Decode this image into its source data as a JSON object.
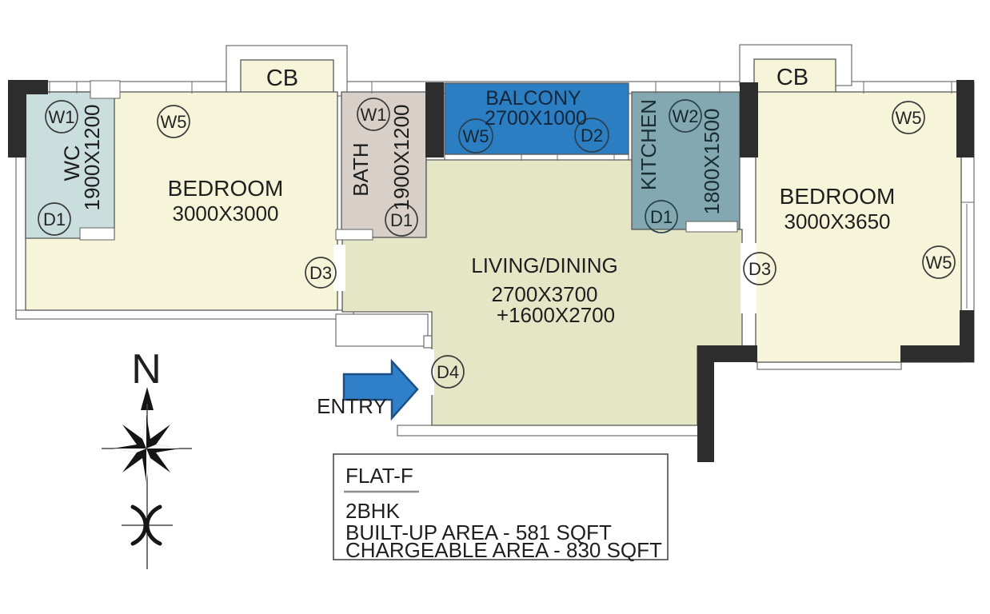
{
  "plan": {
    "rooms": {
      "wc": {
        "label": "WC",
        "dims": "1900X1200"
      },
      "bedroom1": {
        "label": "BEDROOM",
        "dims": "3000X3000"
      },
      "bath": {
        "label": "BATH",
        "dims": "1900X1200"
      },
      "balcony": {
        "label": "BALCONY",
        "dims": "2700X1000"
      },
      "kitchen": {
        "label": "KITCHEN",
        "dims": "1800X1500"
      },
      "bedroom2": {
        "label": "BEDROOM",
        "dims": "3000X3650"
      },
      "living": {
        "label": "LIVING/DINING",
        "dims": "2700X3700",
        "dims_extra": "+1600X2700"
      },
      "cupboard1": {
        "label": "CB"
      },
      "cupboard2": {
        "label": "CB"
      }
    },
    "markers": [
      "W1",
      "W5",
      "D1",
      "W1",
      "D1",
      "W5",
      "D2",
      "W2",
      "D1",
      "W5",
      "D3",
      "D3",
      "W5",
      "D4"
    ],
    "entry_label": "ENTRY",
    "compass_north_label": "N",
    "info_box": {
      "flat": "FLAT-F",
      "type": "2BHK",
      "built_up": "BUILT-UP AREA - 581 SQFT",
      "chargeable": "CHARGEABLE AREA - 830 SQFT"
    },
    "colors": {
      "bedroom": "#f7f5d9",
      "wc": "#c9dedd",
      "bath": "#d7cfc8",
      "balcony": "#2c7ec2",
      "kitchen": "#83a8b1",
      "living": "#e4e6c6",
      "wall": "#2d2d2d",
      "entry_arrow": "#2f80c8"
    }
  }
}
